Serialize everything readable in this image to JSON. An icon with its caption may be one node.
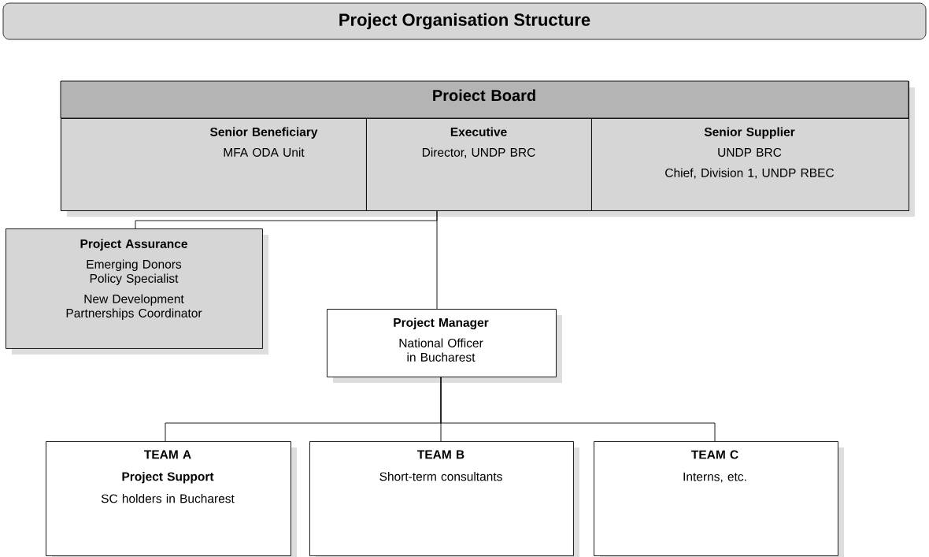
{
  "diagram": {
    "title": "Project Organisation Structure",
    "nodes": [
      {
        "text": [
          "Proiect Board"
        ]
      },
      {
        "text": [
          "Senior Beneficiary",
          "MFA ODA Unit"
        ],
        "in": 0
      },
      {
        "text": [
          "Executive",
          "Director, UNDP BRC"
        ],
        "in": 0
      },
      {
        "text": [
          "Senior Supplier",
          "UNDP BRC",
          "Chief, Division 1, UNDP RBEC"
        ],
        "in": 0
      },
      {
        "text": [
          "Project Assurance",
          "Emerging Donors Policy Specialist",
          "New Development Partnerships Coordinator"
        ]
      },
      {
        "text": [
          "Project Manager",
          "National Officer in Bucharest"
        ]
      },
      {
        "text": [
          "TEAM A",
          "Project Support",
          "SC holders in Bucharest"
        ]
      },
      {
        "text": [
          "TEAM B",
          "Short-term consultants"
        ]
      },
      {
        "text": [
          "TEAM C",
          "Interns, etc."
        ]
      }
    ],
    "edges": [
      {
        "from": 0,
        "to": 5,
        "arrow": "none"
      },
      {
        "from": 0,
        "to": 4,
        "arrow": "none"
      },
      {
        "from": 5,
        "to": 6,
        "arrow": "none"
      },
      {
        "from": 5,
        "to": 7,
        "arrow": "none"
      },
      {
        "from": 5,
        "to": 8,
        "arrow": "none"
      }
    ]
  }
}
